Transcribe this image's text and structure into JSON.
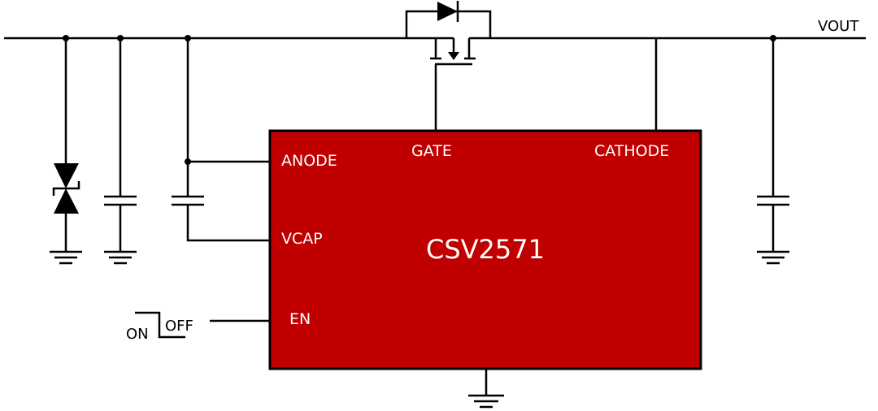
{
  "chip": {
    "name": "CSV2571",
    "fill": "#c00000",
    "pins": {
      "anode": "ANODE",
      "vcap": "VCAP",
      "en": "EN",
      "gate": "GATE",
      "cathode": "CATHODE"
    }
  },
  "labels": {
    "vout": "VOUT",
    "on": "ON",
    "off": "OFF"
  }
}
